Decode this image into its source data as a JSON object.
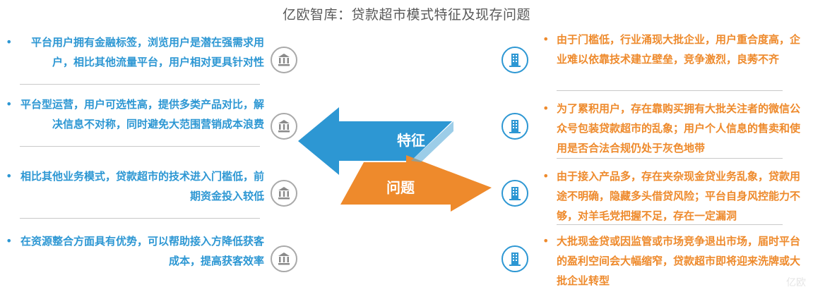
{
  "title": "亿欧智库：贷款超市模式特征及现存问题",
  "features_label": "特征",
  "problems_label": "问题",
  "bullet": "•",
  "colors": {
    "feature": "#2d97d3",
    "problem": "#ee8a2c",
    "icon_gray": "#a9a9a9"
  },
  "features": [
    {
      "text": "平台用户拥有金融标签，浏览用户是潜在强需求用户，相比其他流量平台，用户相对更具针对性",
      "icon": "bank-icon"
    },
    {
      "text": "平台型运营，用户可选性高，提供多类产品对比，解决信息不对称，同时避免大范围营销成本浪费",
      "icon": "bank-icon"
    },
    {
      "text": "相比其他业务模式，贷款超市的技术进入门槛低，前期资金投入较低",
      "icon": "bank-icon"
    },
    {
      "text": "在资源整合方面具有优势，可以帮助接入方降低获客成本，提高获客效率",
      "icon": "bank-icon"
    }
  ],
  "problems": [
    {
      "text": "由于门槛低，行业涌现大批企业，用户重合度高，企业难以依靠技术建立壁垒，竞争激烈，良莠不齐",
      "icon": "building-icon"
    },
    {
      "text": "为了累积用户，存在靠购买拥有大批关注者的微信公众号包装贷款超市的乱象；用户个人信息的售卖和使用是否合法合规仍处于灰色地带",
      "icon": "building-icon"
    },
    {
      "text": "由于接入产品多，存在夹杂现金贷业务乱象，贷款用途不明确，隐藏多头借贷风险；平台自身风控能力不够，对羊毛党把握不足，存在一定漏洞",
      "icon": "building-icon"
    },
    {
      "text": "大批现金贷或因监管或市场竞争退出市场，届时平台的盈利空间会大幅缩窄，贷款超市即将迎来洗牌或大批企业转型",
      "icon": "building-icon"
    }
  ],
  "watermark": "亿欧"
}
